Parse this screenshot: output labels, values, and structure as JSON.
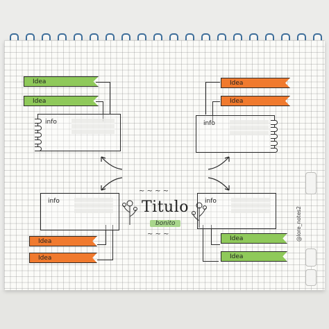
{
  "center": {
    "title": "Titulo",
    "subtitle": "bonito"
  },
  "box_label": "info",
  "idea_label": "Idea",
  "handle": "@lore_notes2",
  "colors": {
    "green": "#8fc95a",
    "orange": "#f07a2e",
    "ring": "#3e6e9a"
  },
  "boxes": [
    {
      "id": "top-left",
      "label": "info"
    },
    {
      "id": "top-right",
      "label": "info"
    },
    {
      "id": "bottom-left",
      "label": "info"
    },
    {
      "id": "bottom-right",
      "label": "info"
    }
  ],
  "ideas": [
    {
      "label": "Idea",
      "color": "green"
    },
    {
      "label": "Idea",
      "color": "green"
    },
    {
      "label": "Idea",
      "color": "orange"
    },
    {
      "label": "Idea",
      "color": "orange"
    },
    {
      "label": "Idea",
      "color": "orange"
    },
    {
      "label": "Idea",
      "color": "orange"
    },
    {
      "label": "Idea",
      "color": "green"
    },
    {
      "label": "Idea",
      "color": "green"
    }
  ]
}
